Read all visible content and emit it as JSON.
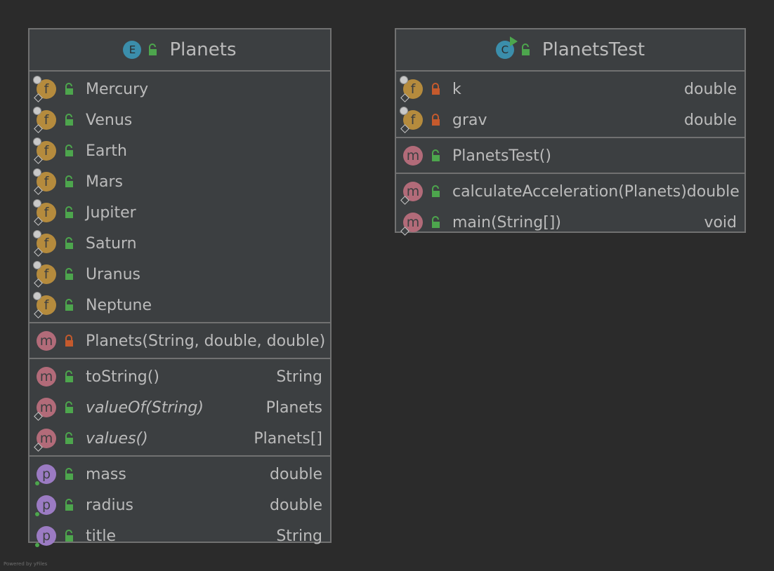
{
  "colors": {
    "background": "#2b2b2b",
    "node_fill": "#3c3f41",
    "border": "#717171",
    "text": "#bbbbbb",
    "field_icon": "#b58b3d",
    "method_icon": "#b26b79",
    "property_icon": "#9b7bc3",
    "class_icon": "#3b8eab",
    "public_lock": "#4da64d",
    "private_lock": "#c55a2d"
  },
  "planets": {
    "title": "Planets",
    "kind_letter": "E",
    "sections": [
      [
        {
          "kind": "f",
          "letter": "f",
          "vis": "public",
          "name": "Mercury",
          "type": ""
        },
        {
          "kind": "f",
          "letter": "f",
          "vis": "public",
          "name": "Venus",
          "type": ""
        },
        {
          "kind": "f",
          "letter": "f",
          "vis": "public",
          "name": "Earth",
          "type": ""
        },
        {
          "kind": "f",
          "letter": "f",
          "vis": "public",
          "name": "Mars",
          "type": ""
        },
        {
          "kind": "f",
          "letter": "f",
          "vis": "public",
          "name": "Jupiter",
          "type": ""
        },
        {
          "kind": "f",
          "letter": "f",
          "vis": "public",
          "name": "Saturn",
          "type": ""
        },
        {
          "kind": "f",
          "letter": "f",
          "vis": "public",
          "name": "Uranus",
          "type": ""
        },
        {
          "kind": "f",
          "letter": "f",
          "vis": "public",
          "name": "Neptune",
          "type": ""
        }
      ],
      [
        {
          "kind": "m",
          "letter": "m",
          "vis": "private",
          "name": "Planets(String, double, double)",
          "type": ""
        }
      ],
      [
        {
          "kind": "m",
          "letter": "m",
          "vis": "public",
          "name": "toString()",
          "type": "String"
        },
        {
          "kind": "m",
          "letter": "m",
          "vis": "public",
          "name": "valueOf(String)",
          "type": "Planets",
          "italic": true,
          "static": true
        },
        {
          "kind": "m",
          "letter": "m",
          "vis": "public",
          "name": "values()",
          "type": "Planets[]",
          "italic": true,
          "static": true
        }
      ],
      [
        {
          "kind": "p",
          "letter": "p",
          "vis": "public",
          "name": "mass",
          "type": "double"
        },
        {
          "kind": "p",
          "letter": "p",
          "vis": "public",
          "name": "radius",
          "type": "double"
        },
        {
          "kind": "p",
          "letter": "p",
          "vis": "public",
          "name": "title",
          "type": "String"
        }
      ]
    ]
  },
  "planets_test": {
    "title": "PlanetsTest",
    "kind_letter": "C",
    "sections": [
      [
        {
          "kind": "f",
          "letter": "f",
          "vis": "private",
          "name": "k",
          "type": "double"
        },
        {
          "kind": "f",
          "letter": "f",
          "vis": "private",
          "name": "grav",
          "type": "double"
        }
      ],
      [
        {
          "kind": "m",
          "letter": "m",
          "vis": "public",
          "name": "PlanetsTest()",
          "type": ""
        }
      ],
      [
        {
          "kind": "m",
          "letter": "m",
          "vis": "public",
          "name": "calculateAcceleration(Planets)",
          "type": "double",
          "static": true
        },
        {
          "kind": "m",
          "letter": "m",
          "vis": "public",
          "name": "main(String[])",
          "type": "void",
          "static": true
        }
      ]
    ]
  },
  "footer_text": "Powered by yFiles"
}
